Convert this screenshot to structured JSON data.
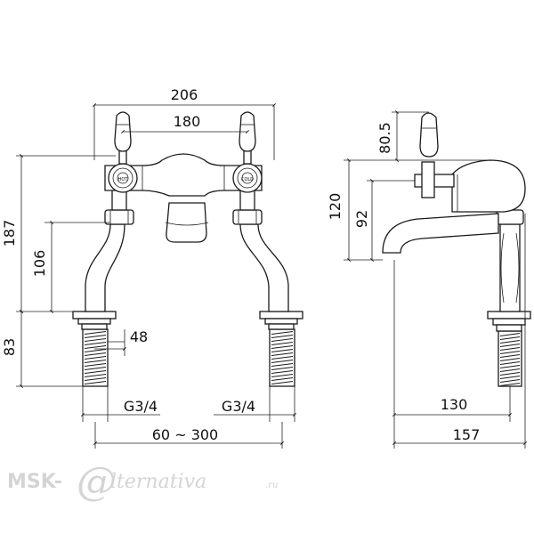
{
  "dimensions": {
    "overall_width": "206",
    "handle_spacing": "180",
    "height_total": "187",
    "spout_to_base": "106",
    "tail_length": "83",
    "tail_offset": "48",
    "thread_left": "G3/4",
    "thread_right": "G3/4",
    "centres_range": "60 ~ 300",
    "handle_height": "80.5",
    "side_height": "120",
    "spout_height": "92",
    "spout_projection": "130",
    "overall_depth": "157"
  },
  "labels": {
    "hot": "HOT",
    "cold": "COLD"
  },
  "watermark": {
    "part1": "MSK-",
    "at": "@",
    "part2": "lternativa",
    "suffix": ".ru"
  }
}
